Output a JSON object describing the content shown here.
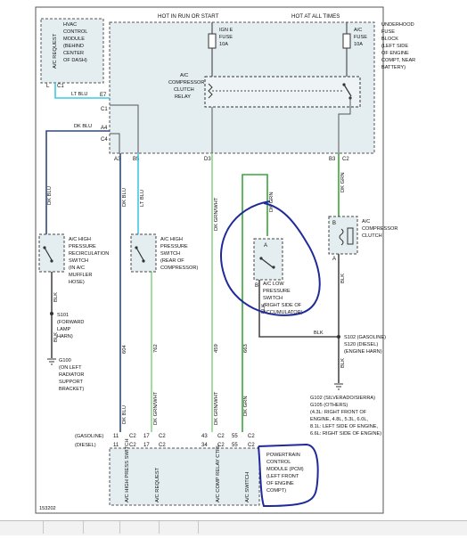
{
  "diagram": {
    "header_left": "HOT IN RUN OR START",
    "header_right": "HOT AT ALL TIMES",
    "hvac": {
      "line1": "HVAC",
      "line2": "CONTROL",
      "line3": "MODULE",
      "line4": "(BEHIND",
      "line5": "CENTER",
      "line6": "OF DASH)",
      "request": "A/C REQUEST",
      "pin_l": "L",
      "pin_c1": "C1"
    },
    "fuse_block": {
      "line1": "UNDERHOOD",
      "line2": "FUSE",
      "line3": "BLOCK",
      "line4": "(LEFT SIDE",
      "line5": "OF ENGINE",
      "line6": "COMPT, NEAR",
      "line7": "BATTERY)"
    },
    "ign_fuse": {
      "line1": "IGN E",
      "line2": "FUSE",
      "line3": "10A"
    },
    "ac_fuse": {
      "line1": "A/C",
      "line2": "FUSE",
      "line3": "10A"
    },
    "relay": {
      "line1": "A/C",
      "line2": "COMPRESSOR",
      "line3": "CLUTCH",
      "line4": "RELAY"
    },
    "connectors": {
      "e7": "E7",
      "c1": "C1",
      "a4": "A4",
      "c4": "C4",
      "a3": "A3",
      "b5": "B5",
      "d3": "D3",
      "b3": "B3",
      "c2": "C2",
      "a": "A",
      "b": "B"
    },
    "wires": {
      "lt_blu": "LT BLU",
      "dk_blu": "DK BLU",
      "dk_grn_wht": "DK GRN/WHT",
      "dk_grn": "DK GRN",
      "blk": "BLK",
      "n604": "604",
      "n762": "762",
      "n459": "459",
      "n663": "663"
    },
    "hp_recirc": {
      "line1": "A/C HIGH",
      "line2": "PRESSURE",
      "line3": "RECIRCULATION",
      "line4": "SWITCH",
      "line5": "(IN A/C",
      "line6": "MUFFLER",
      "line7": "HOSE)"
    },
    "hp_switch": {
      "line1": "A/C HIGH",
      "line2": "PRESSURE",
      "line3": "SWITCH",
      "line4": "(REAR OF",
      "line5": "COMPRESSOR)"
    },
    "lp_switch": {
      "line1": "A/C LOW",
      "line2": "PRESSURE",
      "line3": "SWITCH",
      "line4": "(RIGHT SIDE OF",
      "line5": "ACCUMULATOR)"
    },
    "clutch": {
      "line1": "A/C",
      "line2": "COMPRESSOR",
      "line3": "CLUTCH"
    },
    "s101": {
      "line1": "S101",
      "line2": "(FORWARD",
      "line3": "LAMP",
      "line4": "HARN)"
    },
    "g100": {
      "line1": "G100",
      "line2": "(ON LEFT",
      "line3": "RADIATOR",
      "line4": "SUPPORT",
      "line5": "BRACKET)"
    },
    "s102": {
      "line1": "S102 (GASOLINE)",
      "line2": "S120 (DIESEL)",
      "line3": "(ENGINE HARN)"
    },
    "g102": {
      "line1": "G102 (SILVERADO/SIERRA)",
      "line2": "G105 (OTHERS)",
      "line3": "(4.3L: RIGHT FRONT OF",
      "line4": "ENGINE, 4.8L, 5.3L, 6.0L,",
      "line5": "8.1L: LEFT SIDE OF ENGINE,",
      "line6": "6.6L: RIGHT SIDE OF ENGINE)"
    },
    "pcm_table": {
      "gasoline": "(GASOLINE)",
      "diesel": "(DIESEL)",
      "gas_pins": [
        "11",
        "C2",
        "17",
        "C2",
        "43",
        "C2",
        "55",
        "C2"
      ],
      "dsl_pins": [
        "11",
        "C2",
        "17",
        "C2",
        "34",
        "C2",
        "55",
        "C2"
      ],
      "a3_label": "A3"
    },
    "pcm_inputs": [
      "A/C HIGH PRESS SWITCH",
      "A/C REQUEST",
      "A/C COMP RELAY CTRL",
      "A/C SWITCH"
    ],
    "pcm": {
      "line1": "POWERTRAIN",
      "line2": "CONTROL",
      "line3": "MODULE (PCM)",
      "line4": "(LEFT FRONT",
      "line5": "OF ENGINE",
      "line6": "COMPT)"
    },
    "figure_id": "153202"
  },
  "colors": {
    "annotation": "#1f2a9a",
    "lt_blu_wire": "#3fc8e6",
    "dk_blu_wire": "#2f4a7a",
    "dk_grn_wire": "#3aa53a",
    "dk_grn_wht_wire": "#8bd68b",
    "blk_wire": "#4a4a4a"
  }
}
